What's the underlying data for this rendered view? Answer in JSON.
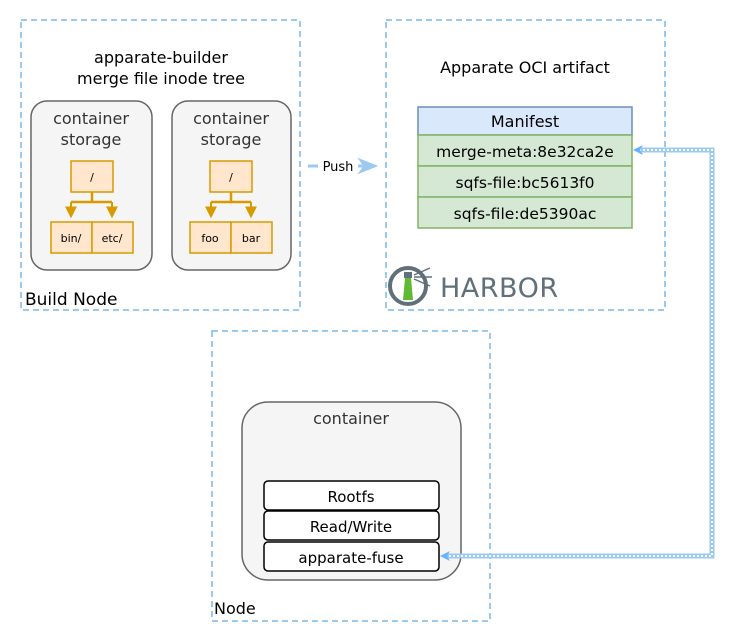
{
  "build_node": {
    "label": "Build Node",
    "title_line1": "apparate-builder",
    "title_line2": "merge file inode tree",
    "storage_a": {
      "title_line1": "container",
      "title_line2": "storage",
      "root": "/",
      "children": [
        "bin/",
        "etc/"
      ]
    },
    "storage_b": {
      "title_line1": "container",
      "title_line2": "storage",
      "root": "/",
      "children": [
        "foo",
        "bar"
      ]
    }
  },
  "push_label": "Push",
  "artifact": {
    "title": "Apparate OCI artifact",
    "manifest": "Manifest",
    "layers": [
      "merge-meta:8e32ca2e",
      "sqfs-file:bc5613f0",
      "sqfs-file:de5390ac"
    ],
    "logo_text": "HARBOR"
  },
  "node": {
    "label": "Node",
    "container_title": "container",
    "layers": [
      "Rootfs",
      "Read/Write",
      "apparate-fuse"
    ]
  },
  "colors": {
    "dashed_border": "#9cc9f0",
    "tree_fill": "#ffe6cc",
    "tree_stroke": "#d79b00",
    "manifest_fill": "#dae8fc",
    "manifest_stroke": "#6c8ebf",
    "layer_fill": "#d5e8d4",
    "layer_stroke": "#82b366",
    "container_fill": "#f5f5f5",
    "container_stroke": "#666666",
    "connector": "#66b2ff",
    "harbor_text": "#60707b",
    "harbor_green": "#60b932"
  }
}
